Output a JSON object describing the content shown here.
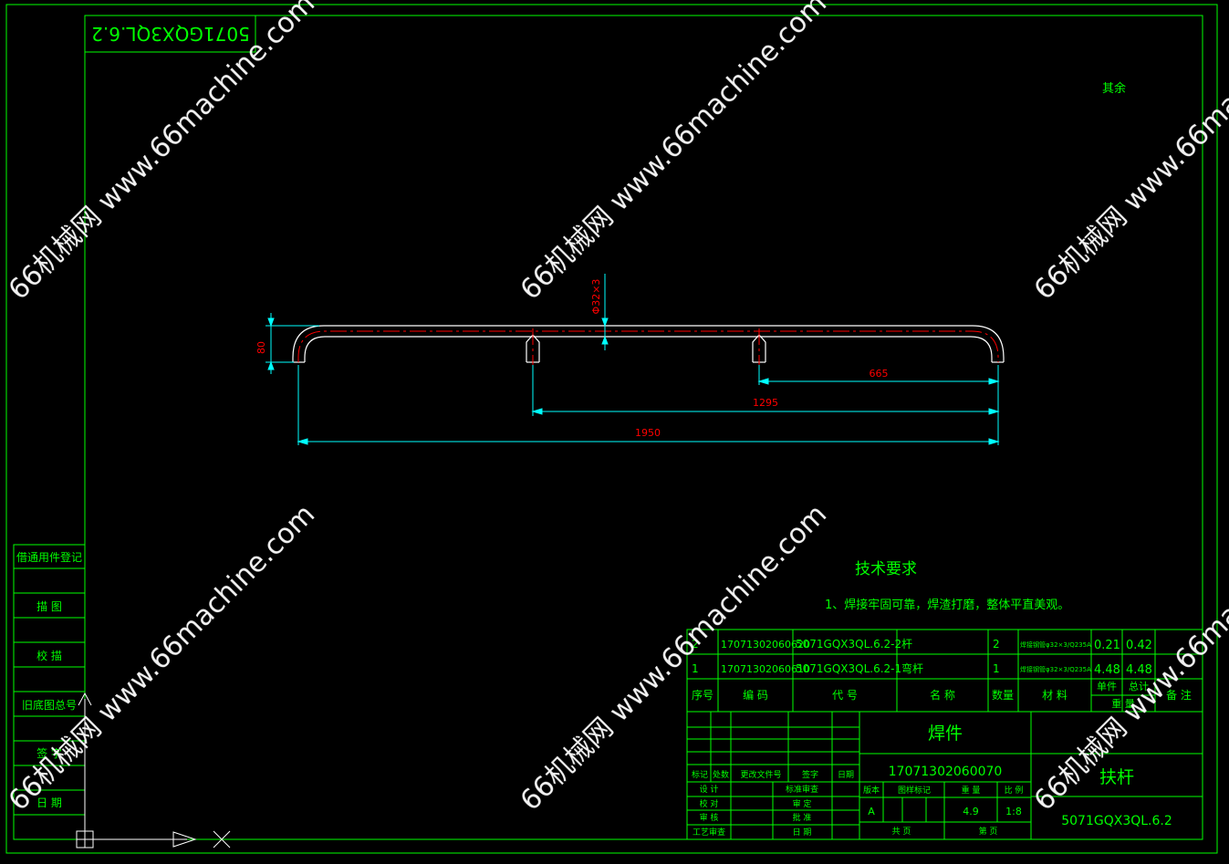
{
  "drawing": {
    "mirrored_code": "5071GQX3QL.6.2",
    "surface_note": "其余",
    "colors": {
      "background": "#000000",
      "frame": "#00ff00",
      "part": "#ffffff",
      "centerline": "#ff0000",
      "dimension": "#00ffff",
      "dim_text": "#ff0000",
      "watermark": "#ffffff"
    }
  },
  "dimensions": {
    "pipe": "Φ32×3",
    "height": "80",
    "d665": "665",
    "d1295": "1295",
    "d1950": "1950"
  },
  "tech": {
    "title": "技术要求",
    "items": [
      "1、焊接牢固可靠，焊渣打磨，整体平直美观。"
    ]
  },
  "left_block": {
    "items": [
      "借通用件登记",
      "描  图",
      "校  描",
      "旧底图总号",
      "签  字",
      "日  期"
    ]
  },
  "bom": {
    "rows": [
      {
        "no": "2",
        "code": "17071302060620",
        "drawing": "5071GQX3QL.6.2-2",
        "name": "杆",
        "qty": "2",
        "material": "焊接钢管φ32×3/Q235A",
        "unit": "0.21",
        "total": "0.42",
        "note": ""
      },
      {
        "no": "1",
        "code": "17071302060610",
        "drawing": "5071GQX3QL.6.2-1",
        "name": "弯杆",
        "qty": "1",
        "material": "焊接钢管φ32×3/Q235A",
        "unit": "4.48",
        "total": "4.48",
        "note": ""
      }
    ],
    "headers": {
      "no": "序号",
      "code": "编  码",
      "drawing": "代  号",
      "name": "名  称",
      "qty": "数量",
      "material": "材  料",
      "unit": "单件",
      "total": "总计",
      "weight": "重  量",
      "note": "备 注"
    }
  },
  "titleblock": {
    "part_type": "焊件",
    "part_code": "17071302060070",
    "part_name": "扶杆",
    "drawing_no": "5071GQX3QL.6.2",
    "rev_headers": [
      "标记",
      "处数",
      "更改文件号",
      "签字",
      "日期"
    ],
    "sign_left": [
      "设  计",
      "校  对",
      "审  核",
      "工艺审查"
    ],
    "sign_right": [
      "标准审查",
      "审  定",
      "批  准",
      "日  期"
    ],
    "info_headers": [
      "版本",
      "图样标记",
      "重  量",
      "比 例"
    ],
    "info_values": [
      "A",
      "",
      "4.9",
      "1:8"
    ],
    "sheet_total": "共    页",
    "sheet_no": "第    页"
  },
  "watermark": "66机械网 www.66machine.com"
}
